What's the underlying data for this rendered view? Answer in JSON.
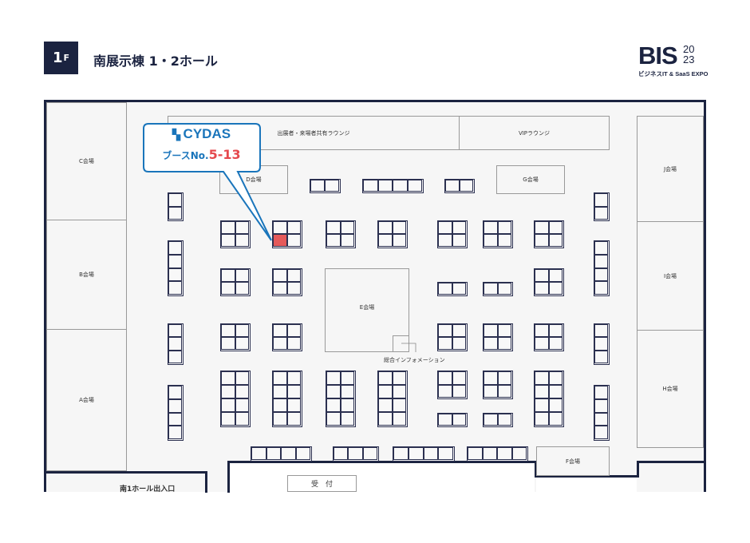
{
  "header": {
    "floor": "1",
    "floor_suffix": "F",
    "title": "南展示棟 1・2ホール"
  },
  "logo": {
    "main": "BIS",
    "year_top": "20",
    "year_bottom": "23",
    "subtitle": "ビジネスIT & SaaS EXPO"
  },
  "map": {
    "rooms": {
      "c": "C会場",
      "b": "B会場",
      "a": "A会場",
      "j": "J会場",
      "i": "I会場",
      "h": "H会場",
      "lounge": "出展者・来場者共有ラウンジ",
      "vip": "VIPラウンジ",
      "d": "D会場",
      "g": "G会場",
      "e": "E会場",
      "f": "F会場"
    },
    "info": "総合インフォメーション",
    "reception": "受　付",
    "entrance": "南1ホール出入口",
    "highlight_color": "#e55a5a"
  },
  "callout": {
    "company": "CYDAS",
    "booth_prefix": "ブースNo.",
    "booth_number": "5-13",
    "accent": "#1a75bb"
  }
}
